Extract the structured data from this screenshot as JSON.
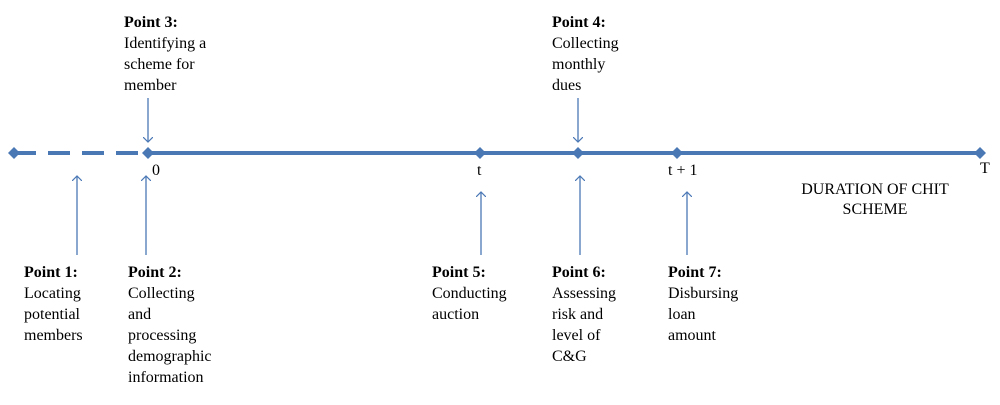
{
  "colors": {
    "line": "#4a78b5",
    "arrow": "#4a78b5",
    "text": "#000000"
  },
  "axis": {
    "tick_labels": [
      "0",
      "t",
      "t + 1",
      "T"
    ],
    "duration_label": "DURATION OF CHIT\nSCHEME"
  },
  "points": [
    {
      "heading": "Point 1:",
      "desc": "Locating\npotential\nmembers",
      "arrow": "up"
    },
    {
      "heading": "Point 2:",
      "desc": "Collecting\nand\nprocessing\ndemographic\ninformation",
      "arrow": "up"
    },
    {
      "heading": "Point 3:",
      "desc": "Identifying a\nscheme for\nmember",
      "arrow": "down"
    },
    {
      "heading": "Point 4:",
      "desc": "Collecting\nmonthly\ndues",
      "arrow": "down"
    },
    {
      "heading": "Point 5:",
      "desc": "Conducting\nauction",
      "arrow": "up"
    },
    {
      "heading": "Point 6:",
      "desc": "Assessing\nrisk and\nlevel of\nC&G",
      "arrow": "up"
    },
    {
      "heading": "Point 7:",
      "desc": "Disbursing\nloan\namount",
      "arrow": "up"
    }
  ]
}
